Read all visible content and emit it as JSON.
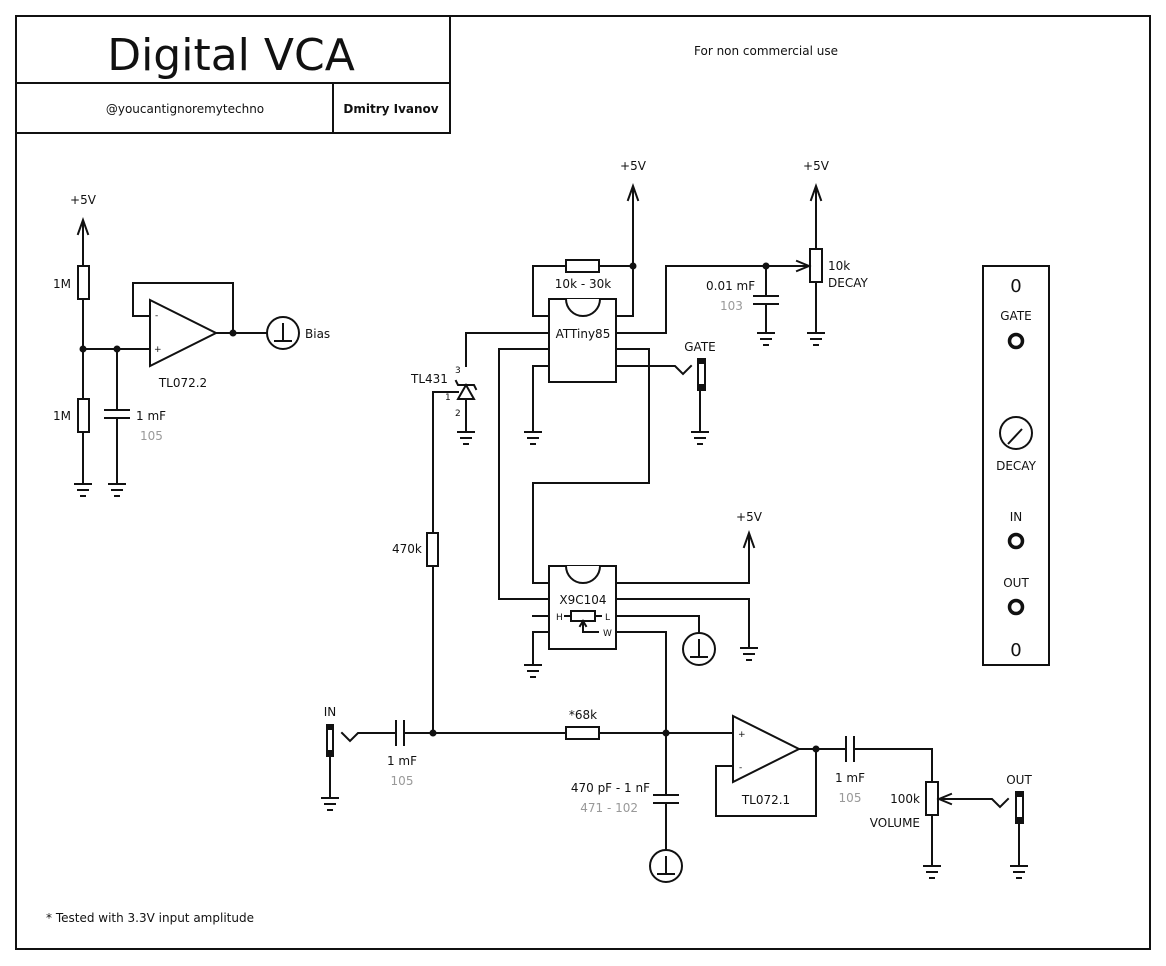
{
  "title_block": {
    "title": "Digital VCA",
    "handle": "@youcantignoremytechno",
    "author": "Dmitry Ivanov",
    "license_note": "For non commercial use"
  },
  "footnote": "* Tested with 3.3V input amplitude",
  "supply_label": "+5V",
  "bias_section": {
    "r_top": "1M",
    "r_bottom": "1M",
    "cap_value": "1 mF",
    "cap_code": "105",
    "opamp": "TL072.2",
    "opamp_minus": "-",
    "opamp_plus": "+",
    "output_label": "Bias"
  },
  "mcu_section": {
    "mcu": "ATTiny85",
    "pullup": "10k - 30k",
    "ref": "TL431",
    "ref_pins": [
      "3",
      "1",
      "2"
    ],
    "ref_resistor": "470k",
    "gate_label": "GATE",
    "decay_cap_value": "0.01 mF",
    "decay_cap_code": "103",
    "decay_pot_value": "10k",
    "decay_pot_name": "DECAY"
  },
  "digipot_section": {
    "chip": "X9C104",
    "pin_h": "H",
    "pin_l": "L",
    "pin_w": "W"
  },
  "signal_path": {
    "in_label": "IN",
    "in_cap_value": "1 mF",
    "in_cap_code": "105",
    "series_resistor": "*68k",
    "filter_cap_value": "470 pF - 1 nF",
    "filter_cap_code": "471 - 102",
    "opamp": "TL072.1",
    "opamp_plus": "+",
    "opamp_minus": "-",
    "out_cap_value": "1 mF",
    "out_cap_code": "105",
    "volume_pot_value": "100k",
    "volume_pot_name": "VOLUME",
    "out_label": "OUT"
  },
  "panel": {
    "top_screw": "0",
    "gate_label": "GATE",
    "decay_label": "DECAY",
    "in_label": "IN",
    "out_label": "OUT",
    "bottom_screw": "0"
  }
}
